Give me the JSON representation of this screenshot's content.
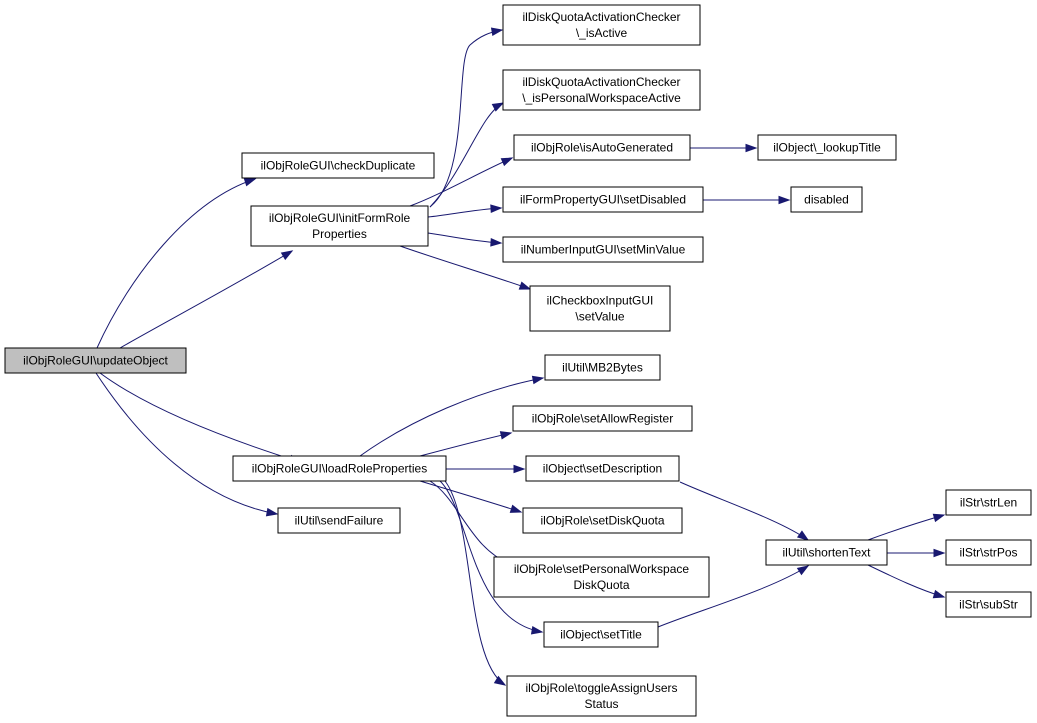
{
  "diagram": {
    "type": "call-graph",
    "colors": {
      "edge": "#191970",
      "root_fill": "#bfbfbf",
      "node_fill": "#ffffff",
      "node_border": "#000000"
    },
    "nodes": [
      {
        "id": "updateObject",
        "lines": [
          "ilObjRoleGUI\\updateObject"
        ],
        "root": true
      },
      {
        "id": "checkDuplicate",
        "lines": [
          "ilObjRoleGUI\\checkDuplicate"
        ]
      },
      {
        "id": "initFormRoleProperties",
        "lines": [
          "ilObjRoleGUI\\initFormRole",
          "Properties"
        ]
      },
      {
        "id": "loadRoleProperties",
        "lines": [
          "ilObjRoleGUI\\loadRoleProperties"
        ]
      },
      {
        "id": "sendFailure",
        "lines": [
          "ilUtil\\sendFailure"
        ]
      },
      {
        "id": "isActive",
        "lines": [
          "ilDiskQuotaActivationChecker",
          "\\_isActive"
        ]
      },
      {
        "id": "isPersonalWorkspaceActive",
        "lines": [
          "ilDiskQuotaActivationChecker",
          "\\_isPersonalWorkspaceActive"
        ]
      },
      {
        "id": "isAutoGenerated",
        "lines": [
          "ilObjRole\\isAutoGenerated"
        ]
      },
      {
        "id": "setDisabled",
        "lines": [
          "ilFormPropertyGUI\\setDisabled"
        ]
      },
      {
        "id": "setMinValue",
        "lines": [
          "ilNumberInputGUI\\setMinValue"
        ]
      },
      {
        "id": "setValue",
        "lines": [
          "ilCheckboxInputGUI",
          "\\setValue"
        ]
      },
      {
        "id": "lookupTitle",
        "lines": [
          "ilObject\\_lookupTitle"
        ]
      },
      {
        "id": "disabled",
        "lines": [
          "disabled"
        ]
      },
      {
        "id": "MB2Bytes",
        "lines": [
          "ilUtil\\MB2Bytes"
        ]
      },
      {
        "id": "setAllowRegister",
        "lines": [
          "ilObjRole\\setAllowRegister"
        ]
      },
      {
        "id": "setDescription",
        "lines": [
          "ilObject\\setDescription"
        ]
      },
      {
        "id": "setDiskQuota",
        "lines": [
          "ilObjRole\\setDiskQuota"
        ]
      },
      {
        "id": "setPersonalWorkspaceDiskQuota",
        "lines": [
          "ilObjRole\\setPersonalWorkspace",
          "DiskQuota"
        ]
      },
      {
        "id": "setTitle",
        "lines": [
          "ilObject\\setTitle"
        ]
      },
      {
        "id": "toggleAssignUsersStatus",
        "lines": [
          "ilObjRole\\toggleAssignUsers",
          "Status"
        ]
      },
      {
        "id": "shortenText",
        "lines": [
          "ilUtil\\shortenText"
        ]
      },
      {
        "id": "strLen",
        "lines": [
          "ilStr\\strLen"
        ]
      },
      {
        "id": "strPos",
        "lines": [
          "ilStr\\strPos"
        ]
      },
      {
        "id": "subStr",
        "lines": [
          "ilStr\\subStr"
        ]
      }
    ],
    "edges": [
      [
        "updateObject",
        "checkDuplicate"
      ],
      [
        "updateObject",
        "initFormRoleProperties"
      ],
      [
        "updateObject",
        "loadRoleProperties"
      ],
      [
        "updateObject",
        "sendFailure"
      ],
      [
        "initFormRoleProperties",
        "isActive"
      ],
      [
        "initFormRoleProperties",
        "isPersonalWorkspaceActive"
      ],
      [
        "initFormRoleProperties",
        "isAutoGenerated"
      ],
      [
        "initFormRoleProperties",
        "setDisabled"
      ],
      [
        "initFormRoleProperties",
        "setMinValue"
      ],
      [
        "initFormRoleProperties",
        "setValue"
      ],
      [
        "isAutoGenerated",
        "lookupTitle"
      ],
      [
        "setDisabled",
        "disabled"
      ],
      [
        "loadRoleProperties",
        "MB2Bytes"
      ],
      [
        "loadRoleProperties",
        "setAllowRegister"
      ],
      [
        "loadRoleProperties",
        "setDescription"
      ],
      [
        "loadRoleProperties",
        "setDiskQuota"
      ],
      [
        "loadRoleProperties",
        "setPersonalWorkspaceDiskQuota"
      ],
      [
        "loadRoleProperties",
        "setTitle"
      ],
      [
        "loadRoleProperties",
        "toggleAssignUsersStatus"
      ],
      [
        "setDescription",
        "shortenText"
      ],
      [
        "setTitle",
        "shortenText"
      ],
      [
        "shortenText",
        "strLen"
      ],
      [
        "shortenText",
        "strPos"
      ],
      [
        "shortenText",
        "subStr"
      ]
    ]
  }
}
